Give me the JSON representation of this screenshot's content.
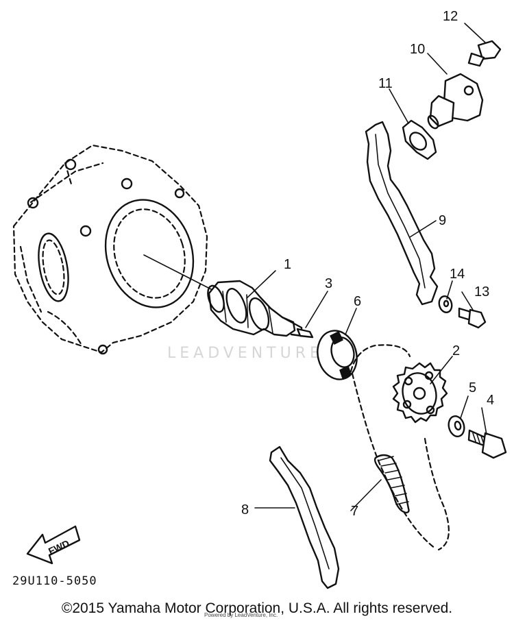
{
  "diagram": {
    "callouts": [
      {
        "id": "c1",
        "label": "1"
      },
      {
        "id": "c2",
        "label": "2"
      },
      {
        "id": "c3",
        "label": "3"
      },
      {
        "id": "c4",
        "label": "4"
      },
      {
        "id": "c5",
        "label": "5"
      },
      {
        "id": "c6",
        "label": "6"
      },
      {
        "id": "c7",
        "label": "7"
      },
      {
        "id": "c8",
        "label": "8"
      },
      {
        "id": "c9",
        "label": "9"
      },
      {
        "id": "c10",
        "label": "10"
      },
      {
        "id": "c11",
        "label": "11"
      },
      {
        "id": "c12",
        "label": "12"
      },
      {
        "id": "c13",
        "label": "13"
      },
      {
        "id": "c14",
        "label": "14"
      }
    ],
    "fwd_label": "FWD",
    "part_code": "29U110-5050",
    "watermark": "LEADVENTURE",
    "copyright": "©2015 Yamaha Motor Corporation, U.S.A. All rights reserved.",
    "fine_print": "Powered by LeadVenture, Inc."
  }
}
